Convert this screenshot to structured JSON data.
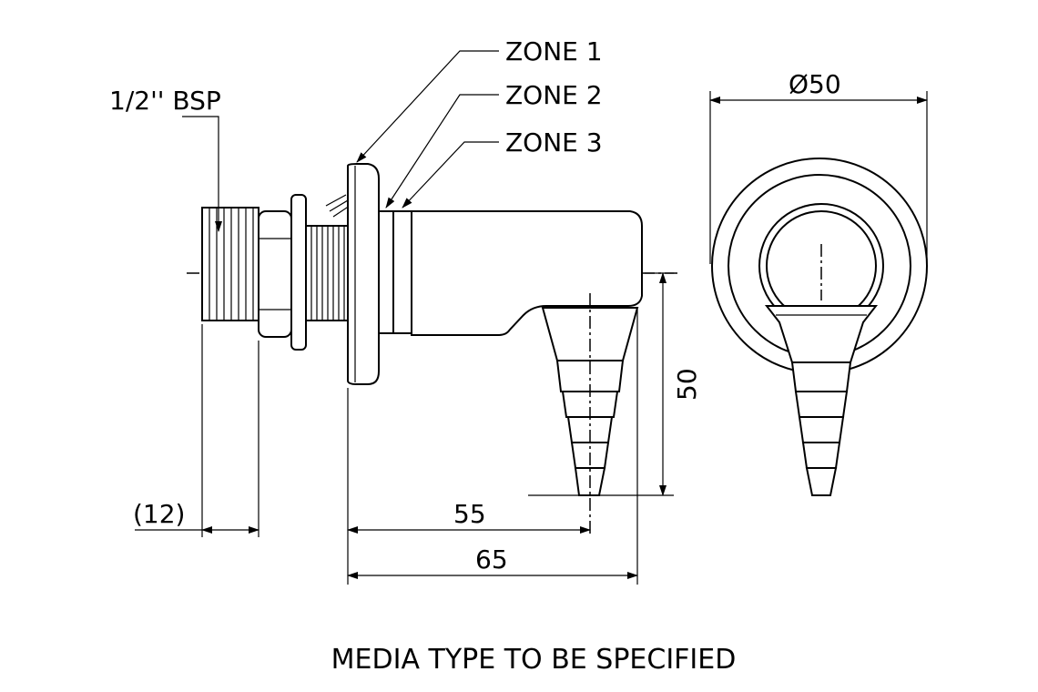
{
  "labels": {
    "zone1": "ZONE 1",
    "zone2": "ZONE 2",
    "zone3": "ZONE 3",
    "thread": "1/2'' BSP",
    "diameter": "Ø50",
    "dim_50": "50",
    "dim_55": "55",
    "dim_65": "65",
    "dim_12": "(12)"
  },
  "caption": "MEDIA TYPE TO BE SPECIFIED"
}
